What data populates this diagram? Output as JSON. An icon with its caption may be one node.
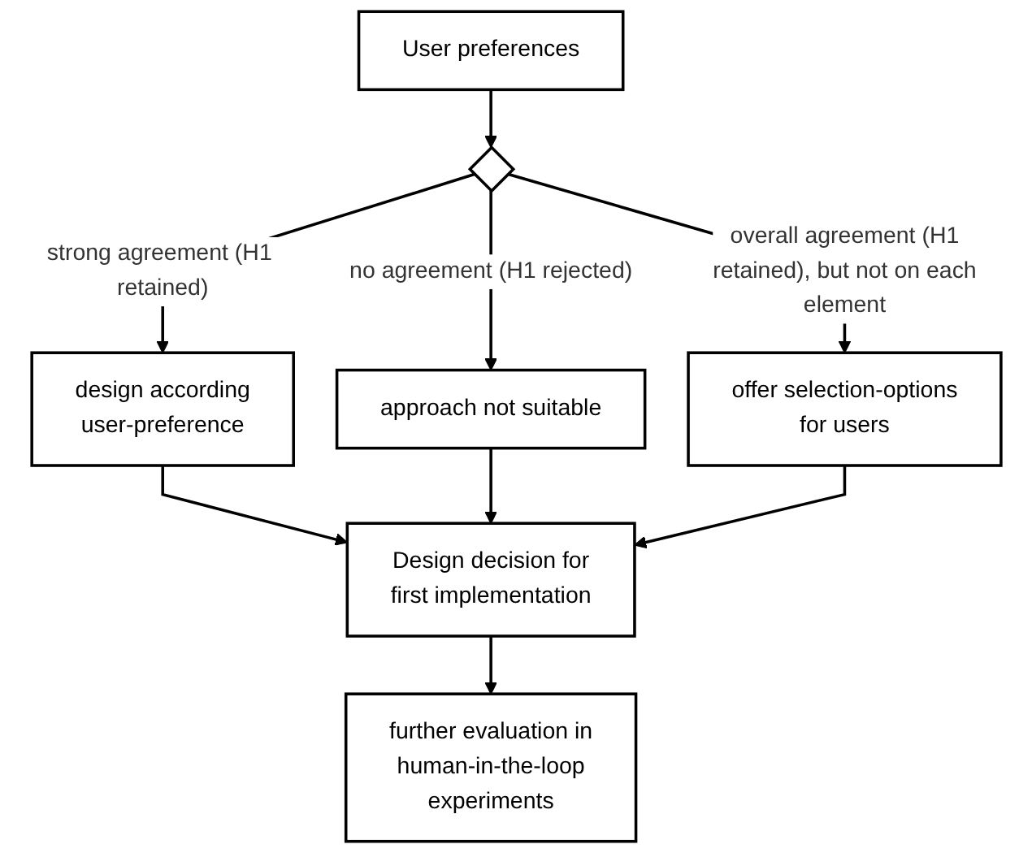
{
  "diagram": {
    "nodes": [
      {
        "text": [
          "User preferences"
        ]
      },
      {
        "text": [],
        "shape": "diamond"
      },
      {
        "text": [
          "design according user-preference"
        ]
      },
      {
        "text": [
          "approach not suitable"
        ]
      },
      {
        "text": [
          "offer selection-options for users"
        ]
      },
      {
        "text": [
          "Design decision for first implementation"
        ]
      },
      {
        "text": [
          "further evaluation in human-in-the-loop experiments"
        ]
      }
    ],
    "edges": [
      {
        "from": 0,
        "to": 1,
        "arrow": "to"
      },
      {
        "from": 1,
        "to": 2,
        "arrow": "to",
        "label": "strong agreement (H1 retained)"
      },
      {
        "from": 1,
        "to": 3,
        "arrow": "to",
        "label": "no agreement (H1 rejected)"
      },
      {
        "from": 1,
        "to": 4,
        "arrow": "to",
        "label": "overall agreement (H1 retained), but not on each element"
      },
      {
        "from": 2,
        "to": 5,
        "arrow": "to"
      },
      {
        "from": 3,
        "to": 5,
        "arrow": "to"
      },
      {
        "from": 4,
        "to": 5,
        "arrow": "to"
      },
      {
        "from": 5,
        "to": 6,
        "arrow": "to"
      }
    ]
  }
}
